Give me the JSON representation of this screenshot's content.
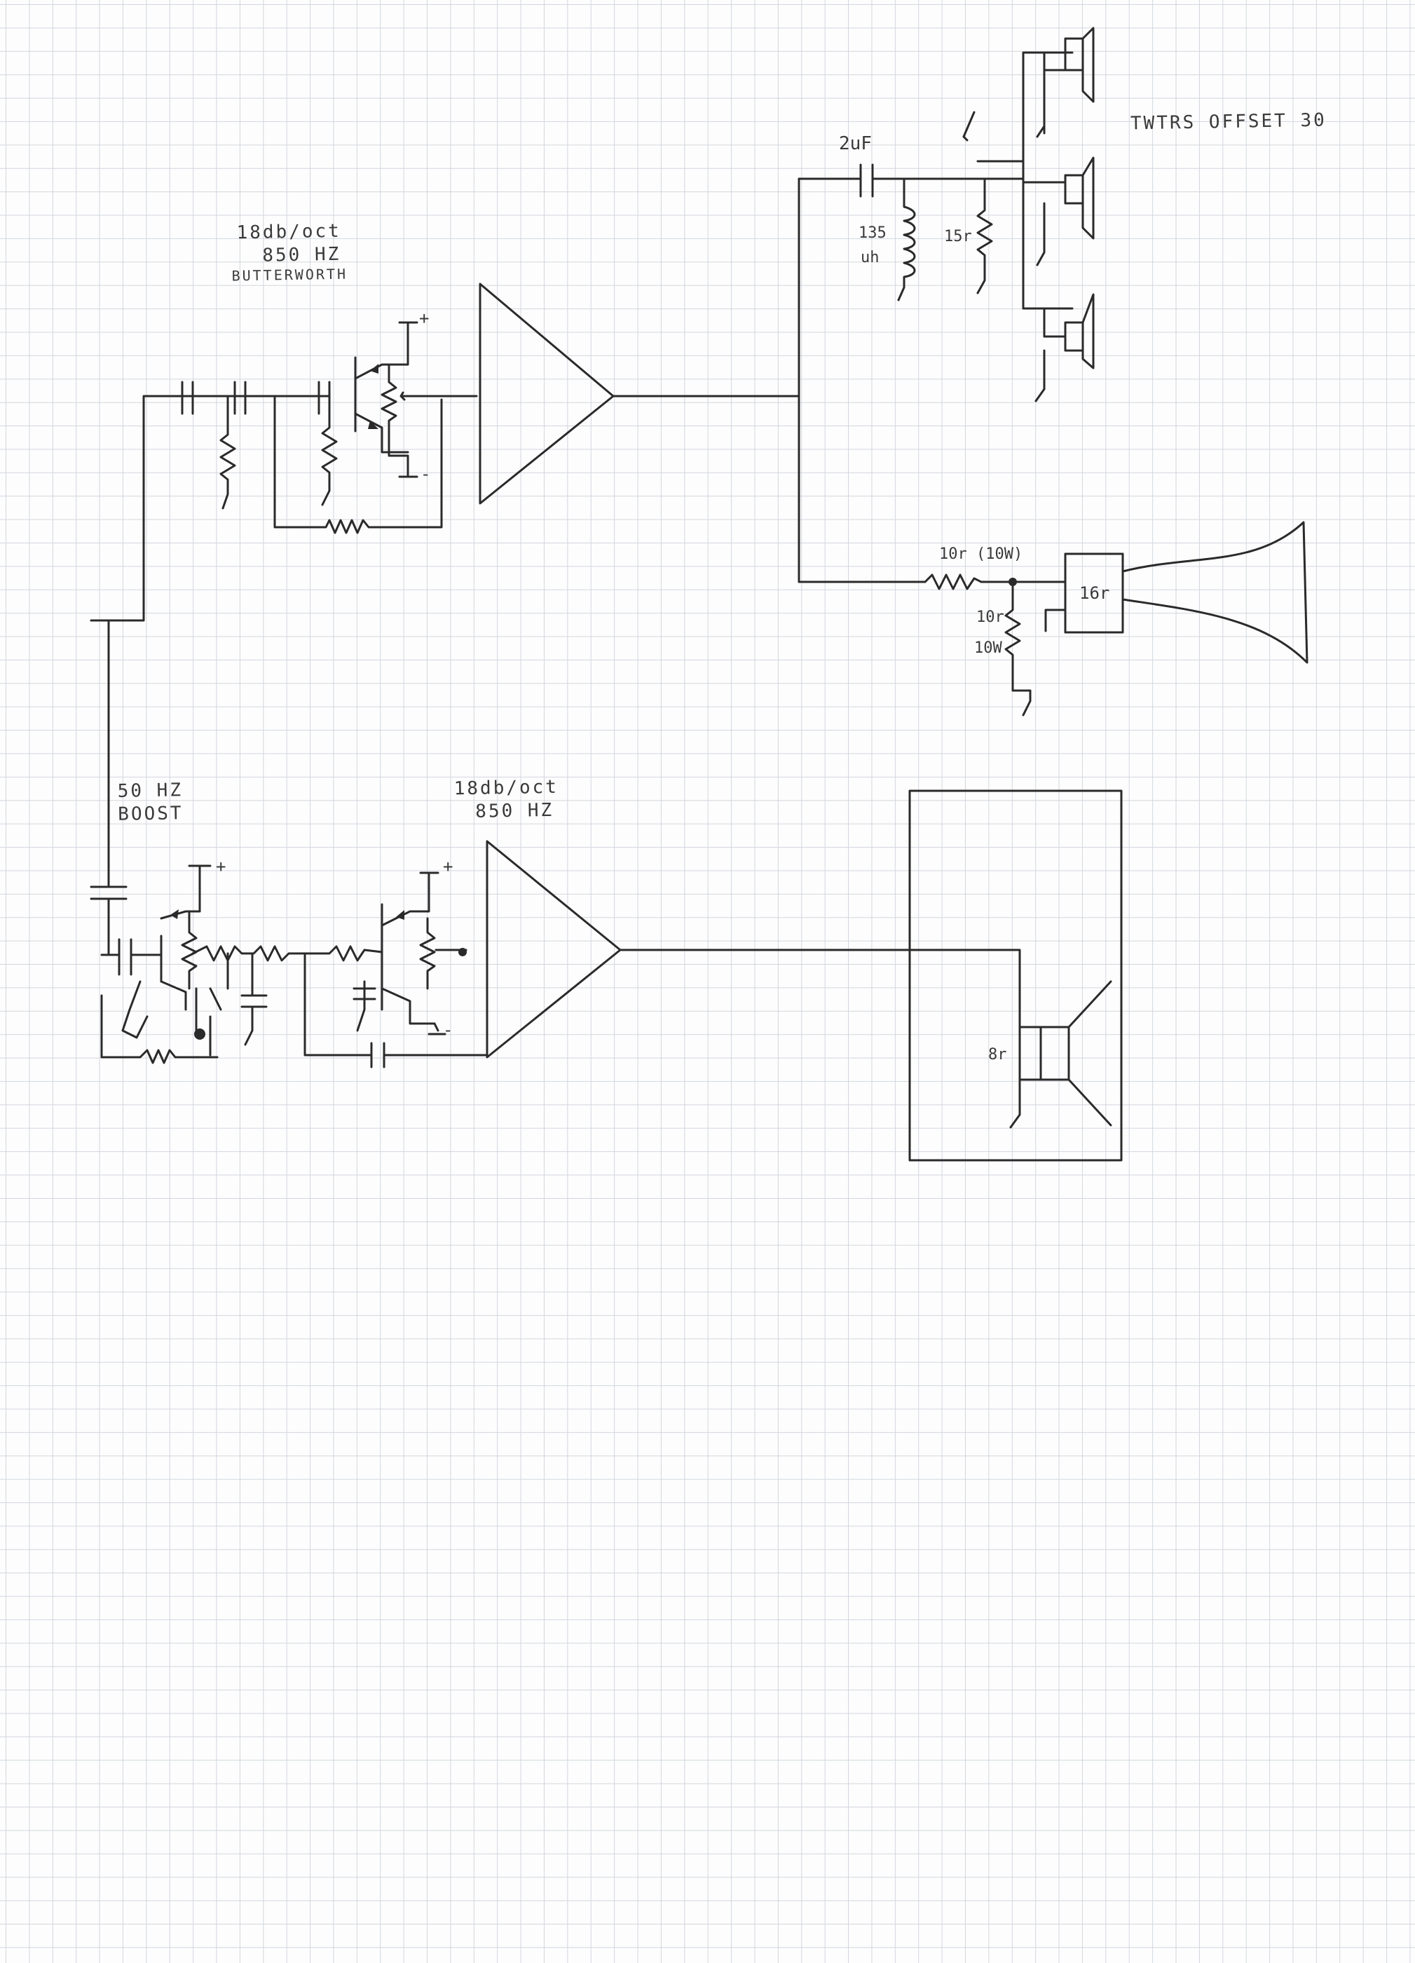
{
  "notes": {
    "tweeter_note": "TWTRS OFFSET 30",
    "upper_filter": [
      "18db/oct",
      "850 HZ",
      "BUTTERWORTH"
    ],
    "bass_boost": [
      "50 HZ",
      "BOOST"
    ],
    "lower_filter": [
      "18db/oct",
      "850 HZ"
    ]
  },
  "labels": {
    "cap_2uF": "2uF",
    "inductor_value": "135",
    "inductor_unit": "uh",
    "res_15": "15r",
    "res_series": "10r (10W)",
    "res_shunt_value": "10r",
    "res_shunt_power": "10W",
    "horn_impedance": "16r",
    "woofer_impedance": "8r",
    "plus_sign": "+",
    "minus_sign": "-"
  }
}
